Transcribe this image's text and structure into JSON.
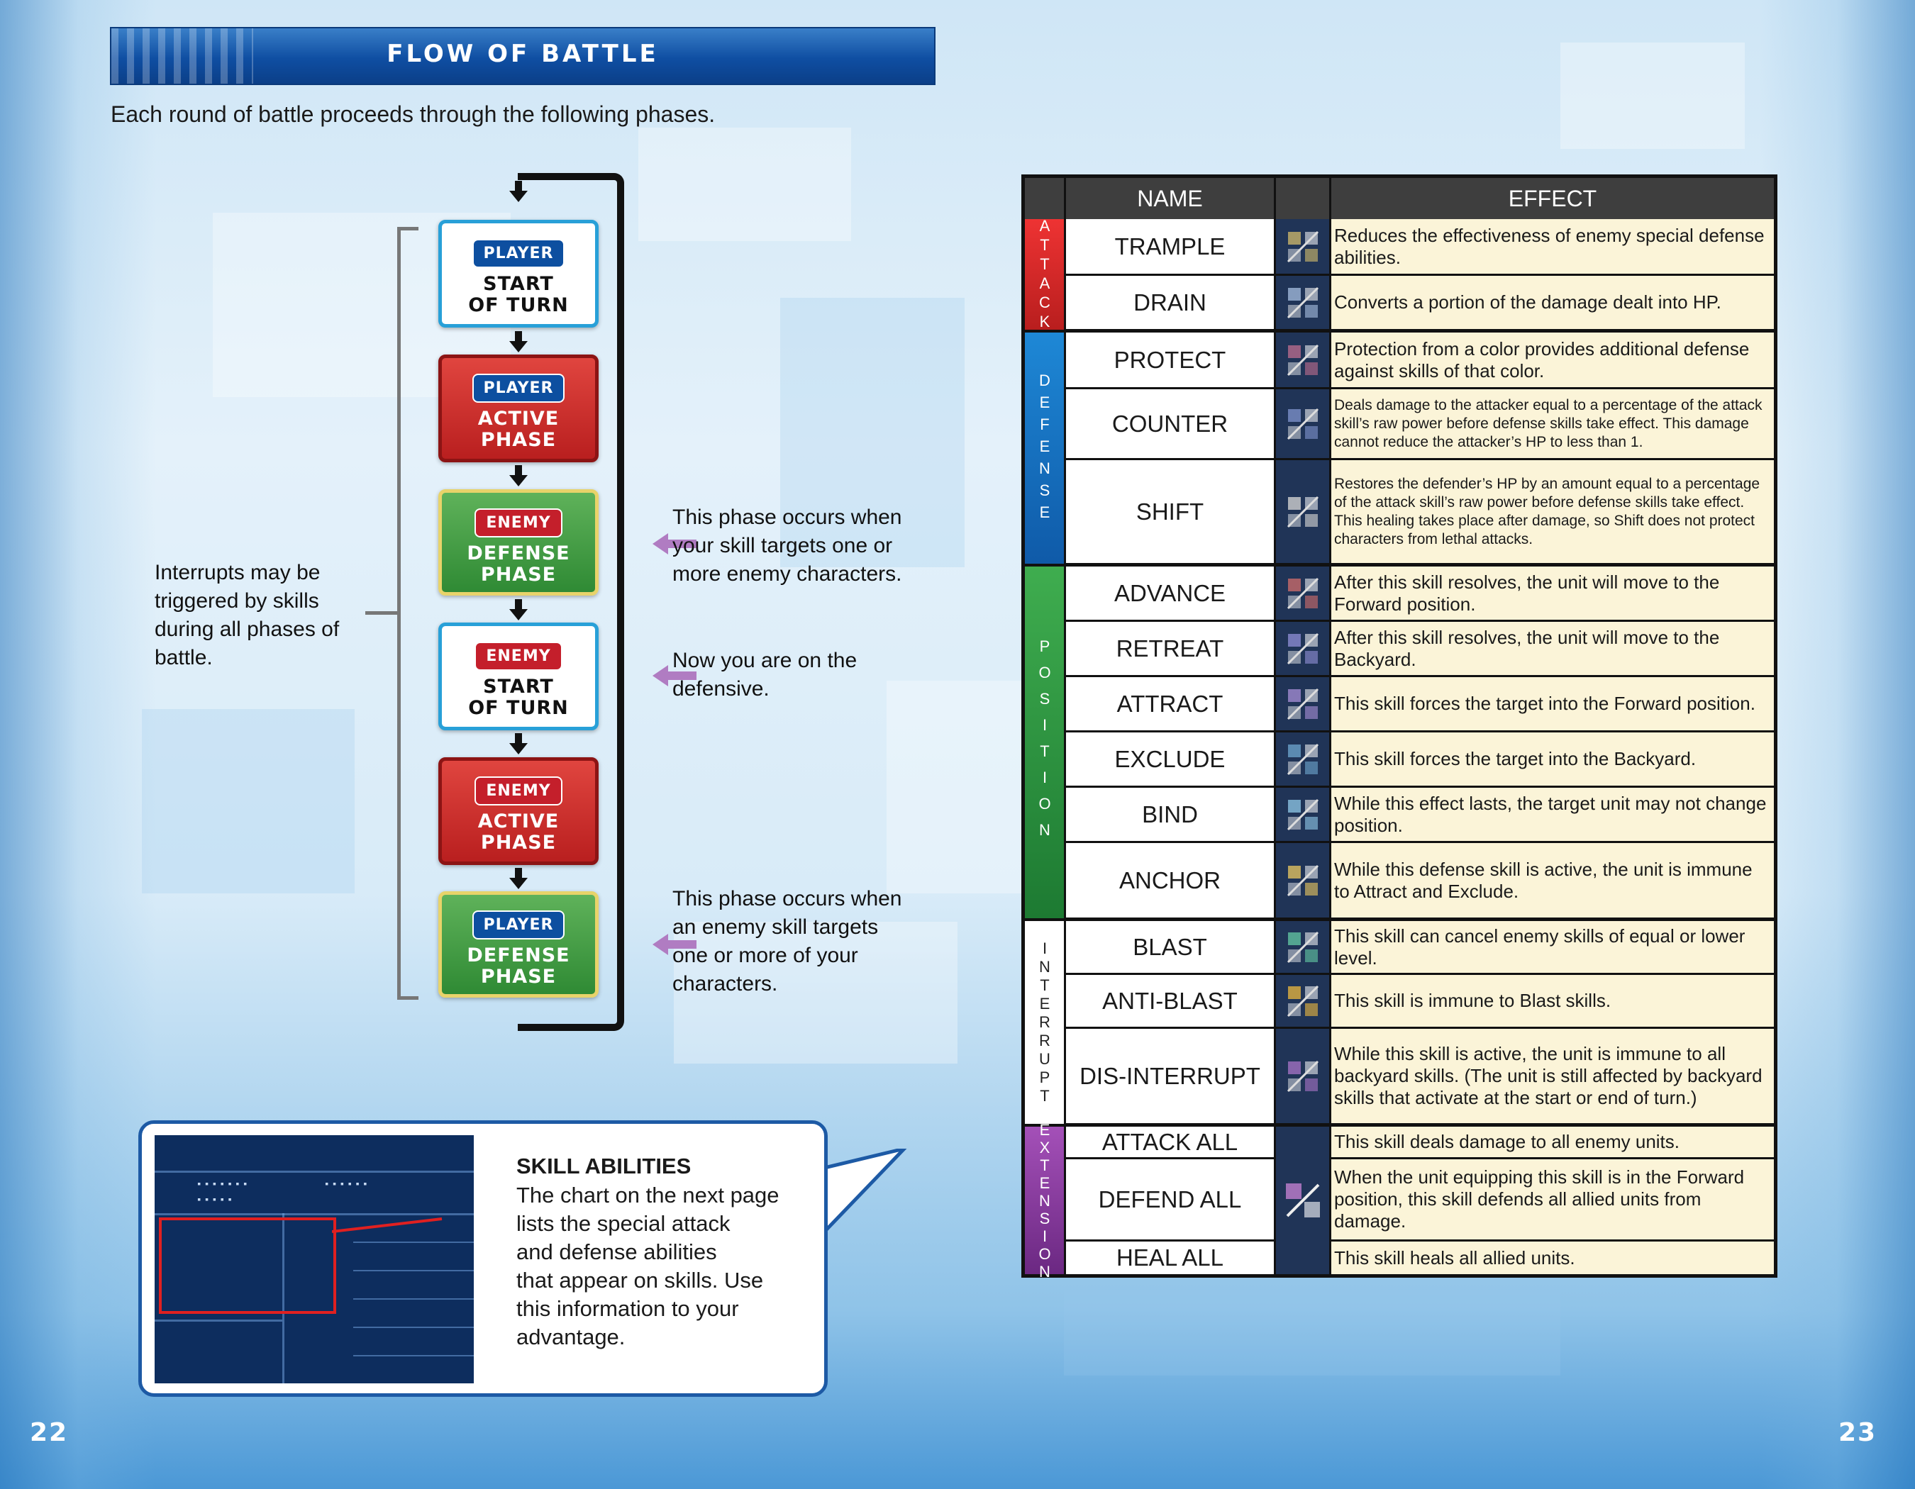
{
  "header": {
    "title": "FLOW OF BATTLE"
  },
  "intro": "Each round of battle proceeds through the following phases.",
  "phases": [
    {
      "tag": "PLAYER",
      "line1": "START",
      "line2": "OF TURN"
    },
    {
      "tag": "PLAYER",
      "line1": "ACTIVE",
      "line2": "PHASE"
    },
    {
      "tag": "ENEMY",
      "line1": "DEFENSE",
      "line2": "PHASE"
    },
    {
      "tag": "ENEMY",
      "line1": "START",
      "line2": "OF TURN"
    },
    {
      "tag": "ENEMY",
      "line1": "ACTIVE",
      "line2": "PHASE"
    },
    {
      "tag": "PLAYER",
      "line1": "DEFENSE",
      "line2": "PHASE"
    }
  ],
  "notes": {
    "interrupts": [
      "Interrupts may be",
      "triggered by skills",
      "during all phases of",
      "battle."
    ],
    "enemy_defense": [
      "This phase occurs when",
      "your skill targets one or",
      "more enemy characters."
    ],
    "enemy_start": [
      "Now you are on the",
      "defensive."
    ],
    "player_defense": [
      "This phase occurs when",
      "an enemy skill targets",
      "one or more of your",
      "characters."
    ]
  },
  "skill_box": {
    "title": "SKILL ABILITIES",
    "lines": [
      "The chart on the next page",
      "lists the special attack",
      "and defense abilities",
      "that appear on skills. Use",
      "this information to your",
      "advantage."
    ]
  },
  "table": {
    "col_name": "NAME",
    "col_effect": "EFFECT",
    "categories": [
      "ATTACK",
      "DEFENSE",
      "POSITION",
      "INTERRUPT",
      "EXTENSION"
    ],
    "rows": [
      {
        "name": "TRAMPLE",
        "effect": "Reduces the effectiveness of enemy special defense abilities."
      },
      {
        "name": "DRAIN",
        "effect": "Converts a portion of the damage dealt into HP."
      },
      {
        "name": "PROTECT",
        "effect": "Protection from a color provides additional defense against skills of that color."
      },
      {
        "name": "COUNTER",
        "effect": "Deals damage to the attacker equal to a percentage of the attack skill’s raw power before defense skills take effect. This damage cannot reduce the attacker’s HP to less than 1."
      },
      {
        "name": "SHIFT",
        "effect": "Restores the defender’s HP by an amount equal to a percentage of the attack skill’s raw power before defense skills take effect. This healing takes place after damage, so Shift does not protect characters from lethal attacks."
      },
      {
        "name": "ADVANCE",
        "effect": "After this skill resolves, the unit will move to the Forward position."
      },
      {
        "name": "RETREAT",
        "effect": "After this skill resolves, the unit will move to the Backyard."
      },
      {
        "name": "ATTRACT",
        "effect": "This skill forces the target into the Forward position."
      },
      {
        "name": "EXCLUDE",
        "effect": "This skill forces the target into the Backyard."
      },
      {
        "name": "BIND",
        "effect": "While this effect lasts, the target unit may not change position."
      },
      {
        "name": "ANCHOR",
        "effect": "While this defense skill is active, the unit is immune to Attract and Exclude."
      },
      {
        "name": "BLAST",
        "effect": "This skill can cancel enemy skills of equal or lower level."
      },
      {
        "name": "ANTI-BLAST",
        "effect": "This skill is immune to Blast skills."
      },
      {
        "name": "DIS-INTERRUPT",
        "effect": "While this skill is active, the unit is immune to all backyard skills. (The unit is still affected by backyard skills that activate at the start or end of turn.)"
      },
      {
        "name": "ATTACK ALL",
        "effect": "This skill deals damage to all enemy units."
      },
      {
        "name": "DEFEND ALL",
        "effect": "When the unit equipping this skill is in the Forward position, this skill defends all allied units from damage."
      },
      {
        "name": "HEAL ALL",
        "effect": "This skill heals all allied units."
      }
    ]
  },
  "page_left": "22",
  "page_right": "23",
  "colors": {
    "header_blue": "#0f4ea2",
    "attack": "#dd3333",
    "defense": "#1e88d6",
    "position": "#2f9a44",
    "extension": "#8a3aa0",
    "arrow": "#b07cc2"
  },
  "icons": [
    "skill-rune-icon"
  ]
}
